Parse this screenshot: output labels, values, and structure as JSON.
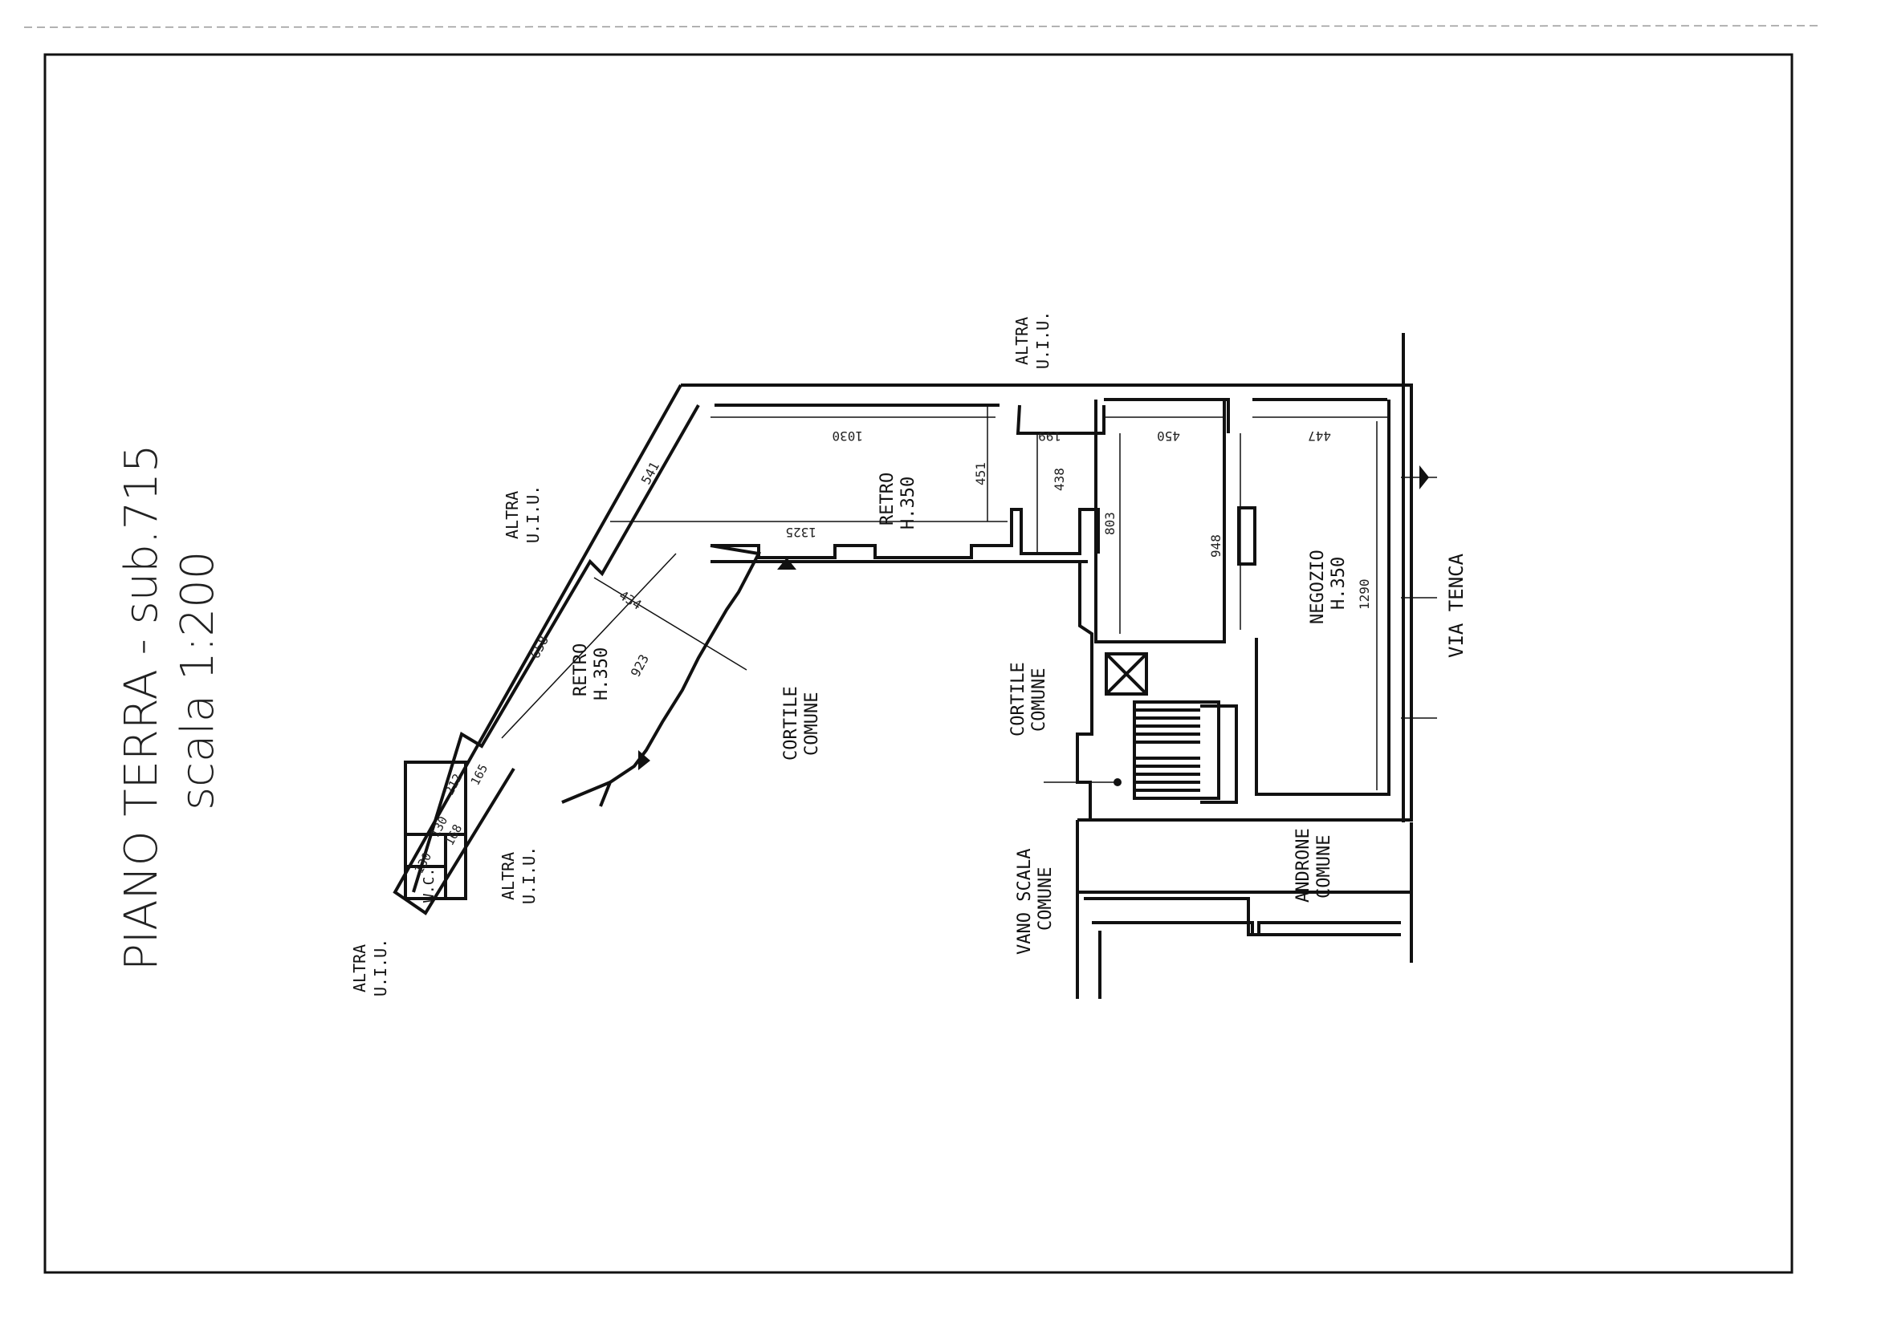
{
  "title": {
    "line1": "PIANO TERRA  -  sub.715",
    "line2": "scala 1:200"
  },
  "rooms": {
    "retro_upper": {
      "name": "RETRO",
      "height": "H.350"
    },
    "retro_lower": {
      "name": "RETRO",
      "height": "H.350"
    },
    "negozio": {
      "name": "NEGOZIO",
      "height": "H.350"
    },
    "wc": "W.C."
  },
  "labels": {
    "altra_top": {
      "l1": "ALTRA",
      "l2": "U.I.U."
    },
    "altra_left": {
      "l1": "ALTRA",
      "l2": "U.I.U."
    },
    "altra_bottom": {
      "l1": "ALTRA",
      "l2": "U.I.U."
    },
    "altra_corner": {
      "l1": "ALTRA",
      "l2": "U.I.U."
    },
    "cortile_center": {
      "l1": "CORTILE",
      "l2": "COMUNE"
    },
    "cortile_right": {
      "l1": "CORTILE",
      "l2": "COMUNE"
    },
    "vano_scala": {
      "l1": "VANO SCALA",
      "l2": "COMUNE"
    },
    "androne": {
      "l1": "ANDRONE",
      "l2": "COMUNE"
    },
    "via": "VIA TENCA"
  },
  "dimensions": {
    "d1030": "1030",
    "d199": "199",
    "d450": "450",
    "d447": "447",
    "d541": "541",
    "d451": "451",
    "d438": "438",
    "d803": "803",
    "d948": "948",
    "d1290": "1290",
    "d1325": "1325",
    "d434": "434",
    "d658": "658",
    "d923": "923",
    "d212": "212",
    "d165": "165",
    "d130a": "130",
    "d130b": "130",
    "d168": "168"
  },
  "colors": {
    "ink": "#111111",
    "paper": "#ffffff"
  }
}
